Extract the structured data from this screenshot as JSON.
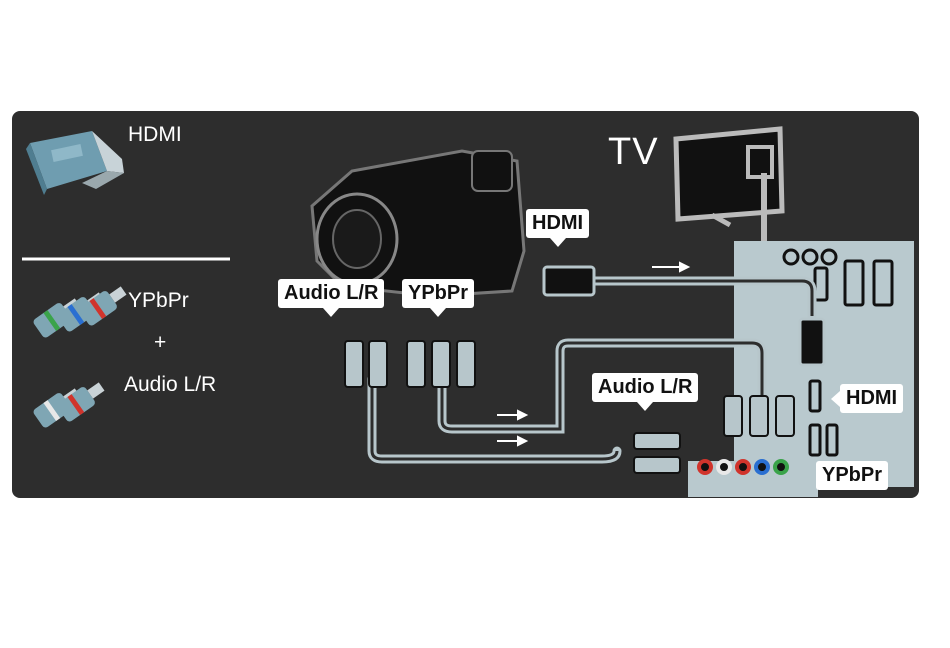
{
  "legend": {
    "hdmi": "HDMI",
    "ypbpr": "YPbPr",
    "plus": "+",
    "audio": "Audio L/R"
  },
  "diagram": {
    "tv": "TV",
    "hdmi_cable": "HDMI",
    "audio_camera": "Audio L/R",
    "ypbpr_camera": "YPbPr",
    "audio_tv": "Audio L/R",
    "hdmi_tv": "HDMI",
    "ypbpr_tv": "YPbPr"
  },
  "icons": [
    "hdmi-connector-icon",
    "component-connector-icon",
    "audio-connector-icon",
    "camcorder-icon",
    "tv-icon"
  ],
  "colors": {
    "panel": "#2d2d2d",
    "tv_panel": "#b9c9ce",
    "connector": "#7fa6b4",
    "cable": "#b7c6cb",
    "green": "#3aa34a",
    "blue": "#2a6fd1",
    "red": "#d0342c"
  }
}
